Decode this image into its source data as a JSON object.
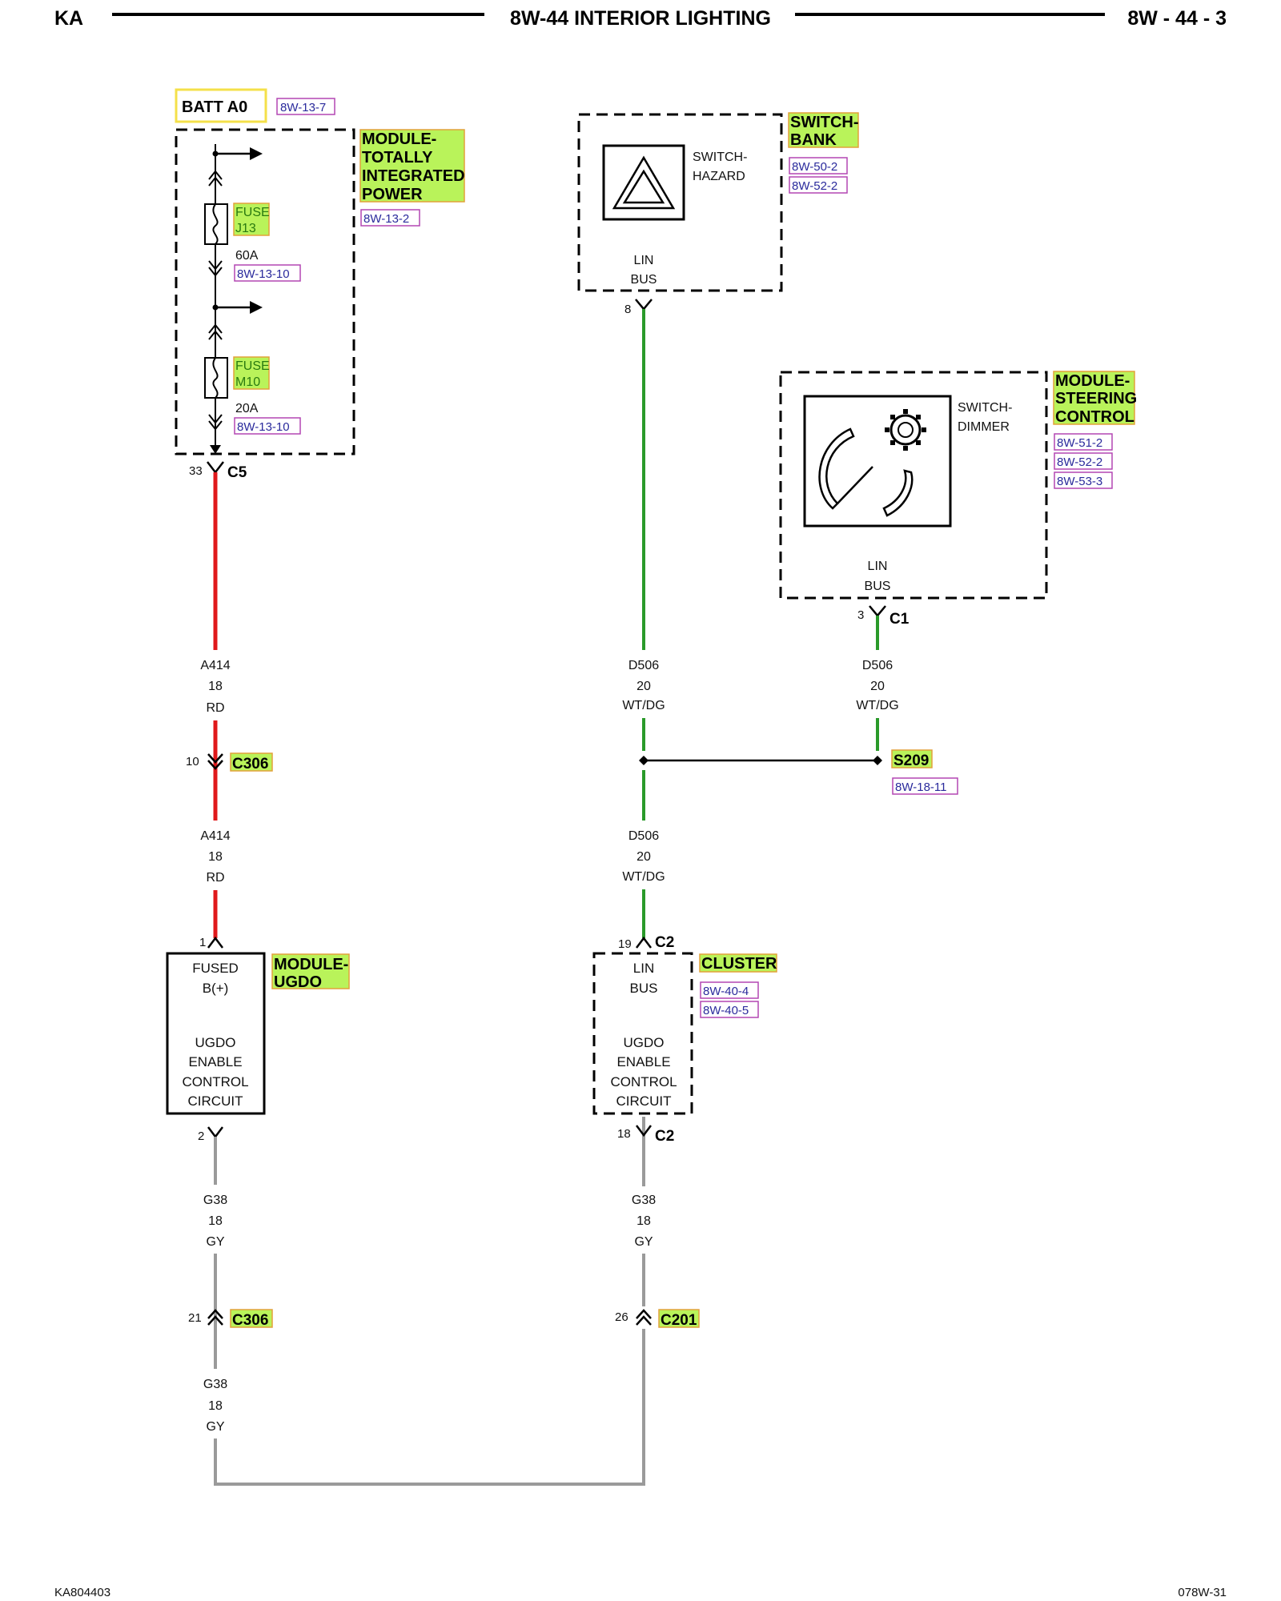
{
  "header": {
    "left": "KA",
    "center": "8W-44 INTERIOR LIGHTING",
    "right": "8W - 44 - 3"
  },
  "footer": {
    "left": "KA804403",
    "right": "078W-31"
  },
  "batt": {
    "label": "BATT A0",
    "ref": "8W-13-7"
  },
  "tipm": {
    "title": [
      "MODULE-",
      "TOTALLY",
      "INTEGRATED",
      "POWER"
    ],
    "ref": "8W-13-2",
    "fuse1": {
      "name": "FUSE",
      "id": "J13",
      "rating": "60A",
      "ref": "8W-13-10"
    },
    "fuse2": {
      "name": "FUSE",
      "id": "M10",
      "rating": "20A",
      "ref": "8W-13-10"
    },
    "pin": "33",
    "connector": "C5"
  },
  "switch_bank": {
    "title": [
      "SWITCH-",
      "BANK"
    ],
    "refs": [
      "8W-50-2",
      "8W-52-2"
    ],
    "switch_label": [
      "SWITCH-",
      "HAZARD"
    ],
    "bus": [
      "LIN",
      "BUS"
    ],
    "pin": "8"
  },
  "steering": {
    "title": [
      "MODULE-",
      "STEERING",
      "CONTROL"
    ],
    "refs": [
      "8W-51-2",
      "8W-52-2",
      "8W-53-3"
    ],
    "switch_label": [
      "SWITCH-",
      "DIMMER"
    ],
    "bus": [
      "LIN",
      "BUS"
    ],
    "pin": "3",
    "connector": "C1"
  },
  "wires": {
    "a414_upper": [
      "A414",
      "18",
      "RD"
    ],
    "a414_lower": [
      "A414",
      "18",
      "RD"
    ],
    "d506_left_upper": [
      "D506",
      "20",
      "WT/DG"
    ],
    "d506_right": [
      "D506",
      "20",
      "WT/DG"
    ],
    "d506_left_lower": [
      "D506",
      "20",
      "WT/DG"
    ],
    "g38_left_upper": [
      "G38",
      "18",
      "GY"
    ],
    "g38_right": [
      "G38",
      "18",
      "GY"
    ],
    "g38_left_lower": [
      "G38",
      "18",
      "GY"
    ]
  },
  "c306_a": {
    "pin": "10",
    "name": "C306"
  },
  "c306_b": {
    "pin": "21",
    "name": "C306"
  },
  "c201": {
    "pin": "26",
    "name": "C201"
  },
  "splice": {
    "name": "S209",
    "ref": "8W-18-11"
  },
  "ugdo": {
    "title": [
      "MODULE-",
      "UGDO"
    ],
    "pin_top": "1",
    "pin_bottom": "2",
    "text_top": [
      "FUSED",
      "B(+)"
    ],
    "text_bottom": [
      "UGDO",
      "ENABLE",
      "CONTROL",
      "CIRCUIT"
    ]
  },
  "cluster": {
    "title": "CLUSTER",
    "refs": [
      "8W-40-4",
      "8W-40-5"
    ],
    "pin_top": "19",
    "conn_top": "C2",
    "pin_bottom": "18",
    "conn_bottom": "C2",
    "text_top": [
      "LIN",
      "BUS"
    ],
    "text_bottom": [
      "UGDO",
      "ENABLE",
      "CONTROL",
      "CIRCUIT"
    ]
  },
  "colors": {
    "red_wire": "#e0191b",
    "green_wire": "#2a9a2a",
    "gray_wire": "#9a9a9a",
    "highlight": "#b9f35a",
    "highlight_border": "#e2a23a",
    "ref_border": "#b347b3",
    "batt_border": "#f4e04a"
  }
}
